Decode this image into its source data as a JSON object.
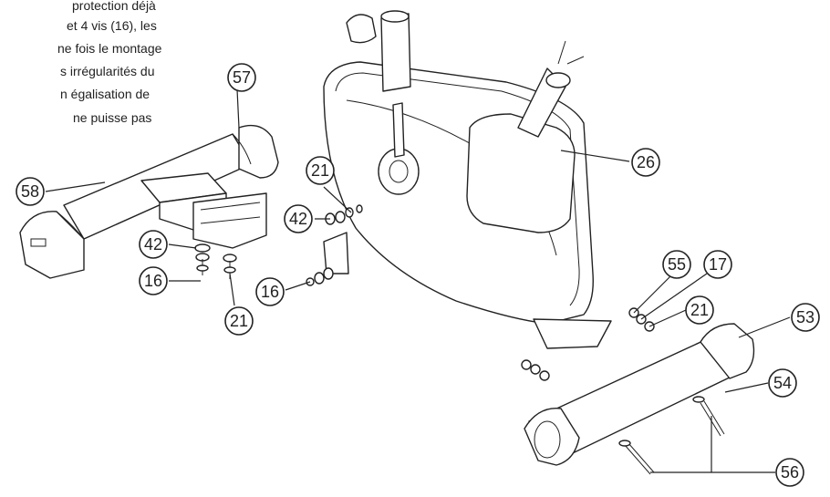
{
  "intro_lines": [
    "protection déjà",
    "et 4 vis (16), les",
    "ne fois le montage",
    "s irrégularités du",
    "n égalisation de",
    "ne puisse pas"
  ],
  "callouts": {
    "c57": "57",
    "c58": "58",
    "c42a": "42",
    "c16a": "16",
    "c21a": "21",
    "c21b": "21",
    "c42b": "42",
    "c16b": "16",
    "c26": "26",
    "c55": "55",
    "c17": "17",
    "c21c": "21",
    "c53": "53",
    "c54": "54",
    "c56": "56"
  }
}
